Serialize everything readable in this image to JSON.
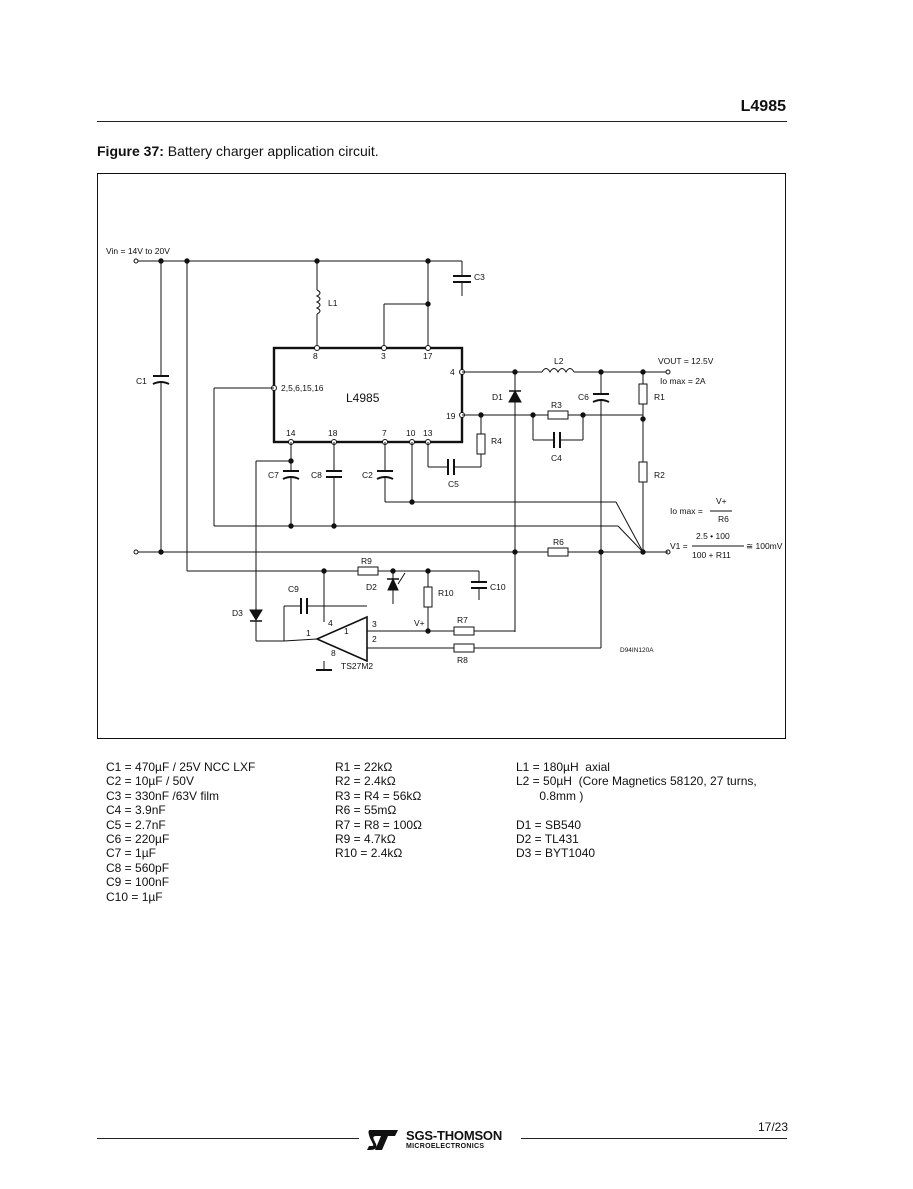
{
  "header": {
    "part_number": "L4985"
  },
  "figure": {
    "label": "Figure 37:",
    "title": " Battery charger application circuit.",
    "schematic": {
      "vin": "Vin = 14V to 20V",
      "ic": "L4985",
      "ic_pins": [
        "8",
        "3",
        "17",
        "4",
        "19",
        "14",
        "18",
        "7",
        "10",
        "13",
        "2,5,6,15,16"
      ],
      "vout": "VOUT = 12.5V",
      "io_max": "Io max = 2A",
      "io_max_formula": "Io max =",
      "io_max_num": "V+",
      "io_max_den": "R6",
      "v1_formula": "V1 =",
      "v1_num": "2.5 • 100",
      "v1_den": "100 + R11",
      "v1_result": "≅ 100mV",
      "op_amp": "TS27M2",
      "vplus": "V+",
      "drawing_code": "D94IN120A",
      "labels": [
        "C1",
        "C2",
        "C3",
        "C4",
        "C5",
        "C6",
        "C7",
        "C8",
        "C9",
        "C10",
        "R1",
        "R2",
        "R3",
        "R4",
        "R6",
        "R7",
        "R8",
        "R9",
        "R10",
        "L1",
        "L2",
        "D1",
        "D2",
        "D3"
      ]
    }
  },
  "bom": {
    "capacitors": [
      "C1 = 470µF / 25V NCC LXF",
      "C2 = 10µF / 50V",
      "C3 = 330nF /63V film",
      "C4 = 3.9nF",
      "C5 = 2.7nF",
      "C6 = 220µF",
      "C7 = 1µF",
      "C8 = 560pF",
      "C9 = 100nF",
      "C10 = 1µF"
    ],
    "resistors": [
      "R1 = 22kΩ",
      "R2 = 2.4kΩ",
      "R3 = R4 = 56kΩ",
      "R6 = 55mΩ",
      "R7 = R8 = 100Ω",
      "R9 = 4.7kΩ",
      "R10 = 2.4kΩ"
    ],
    "magnetics_diodes": [
      "L1 = 180µH  axial",
      "L2 = 50µH  (Core Magnetics 58120, 27 turns,",
      "       0.8mm )",
      "",
      "D1 = SB540",
      "D2 = TL431",
      "D3 = BYT1040"
    ]
  },
  "footer": {
    "page": "17/23",
    "brand": "SGS-THOMSON",
    "brand_sub": "MICROELECTRONICS"
  }
}
